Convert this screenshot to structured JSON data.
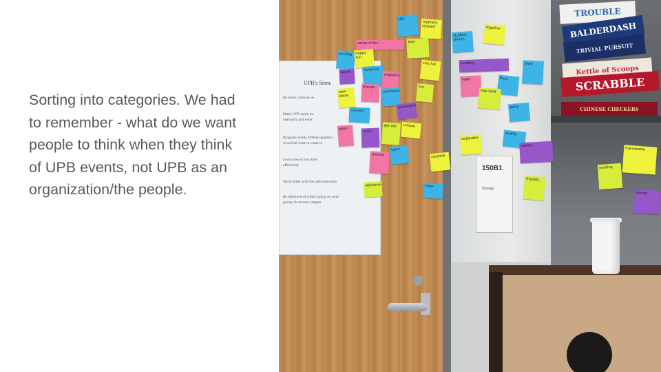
{
  "slide": {
    "caption": "Sorting into categories. We had to remember - what do we want people to think when they think of UPB events, not UPB as an organization/the people."
  },
  "photo": {
    "paper": {
      "title": "UPB's Seme",
      "lines": [
        "Be more cohesive as",
        "Make UPB more tra",
        "internally and exter",
        "Program events differen    graphics",
        "would all want to come to",
        "Learn how to use time",
        "effectively",
        "Work better with the administration",
        "Be informed of what's going on with",
        "groups & around campus"
      ]
    },
    "plaque": {
      "number": "150B1",
      "label": "Storage"
    },
    "game_boxes": [
      "TROUBLE",
      "BALDERDASH",
      "TRIVIAL PURSUIT",
      "Kettle of Scoops",
      "SCRABBLE",
      "CHINESE CHECKERS"
    ],
    "notes": [
      {
        "text": "silly",
        "color": "blue"
      },
      {
        "text": "mentally relaxed",
        "color": "yellow"
      },
      {
        "text": "sense of fun",
        "color": "pink"
      },
      {
        "text": "free",
        "color": "lime"
      },
      {
        "text": "exciting",
        "color": "blue"
      },
      {
        "text": "happy fun",
        "color": "yellow"
      },
      {
        "text": "silly fun",
        "color": "yellow"
      },
      {
        "text": "weird",
        "color": "purple"
      },
      {
        "text": "inclusive",
        "color": "blue"
      },
      {
        "text": "engaging",
        "color": "pink"
      },
      {
        "text": "friends",
        "color": "pink"
      },
      {
        "text": "new ideas",
        "color": "yellow"
      },
      {
        "text": "community",
        "color": "blue"
      },
      {
        "text": "fun",
        "color": "lime"
      },
      {
        "text": "interesting",
        "color": "purple"
      },
      {
        "text": "connect",
        "color": "blue"
      },
      {
        "text": "unique",
        "color": "yellow"
      },
      {
        "text": "open",
        "color": "pink"
      },
      {
        "text": "social",
        "color": "purple"
      },
      {
        "text": "get out",
        "color": "lime"
      },
      {
        "text": "learn",
        "color": "blue"
      },
      {
        "text": "creative",
        "color": "yellow"
      },
      {
        "text": "diverse",
        "color": "pink"
      },
      {
        "text": "welcoming",
        "color": "lime"
      },
      {
        "text": "relax",
        "color": "blue"
      },
      {
        "text": "student-driven",
        "color": "blue"
      },
      {
        "text": "together",
        "color": "yellow"
      },
      {
        "text": "bonding",
        "color": "purple"
      },
      {
        "text": "busy",
        "color": "blue"
      },
      {
        "text": "style",
        "color": "blue"
      },
      {
        "text": "hype",
        "color": "pink"
      },
      {
        "text": "free food",
        "color": "lime"
      },
      {
        "text": "party",
        "color": "blue"
      },
      {
        "text": "quality",
        "color": "blue"
      },
      {
        "text": "enjoyable",
        "color": "yellow"
      },
      {
        "text": "variety",
        "color": "purple"
      },
      {
        "text": "friendly",
        "color": "lime"
      },
      {
        "text": "memorable",
        "color": "yellow"
      },
      {
        "text": "exciting",
        "color": "lime"
      },
      {
        "text": "games",
        "color": "purple"
      }
    ]
  },
  "colors": {
    "caption_text": "#595959",
    "pink": "#f275a6",
    "yellow": "#eef23a",
    "blue": "#3cb4e8",
    "purple": "#9557c9",
    "lime": "#d6ee3b"
  }
}
